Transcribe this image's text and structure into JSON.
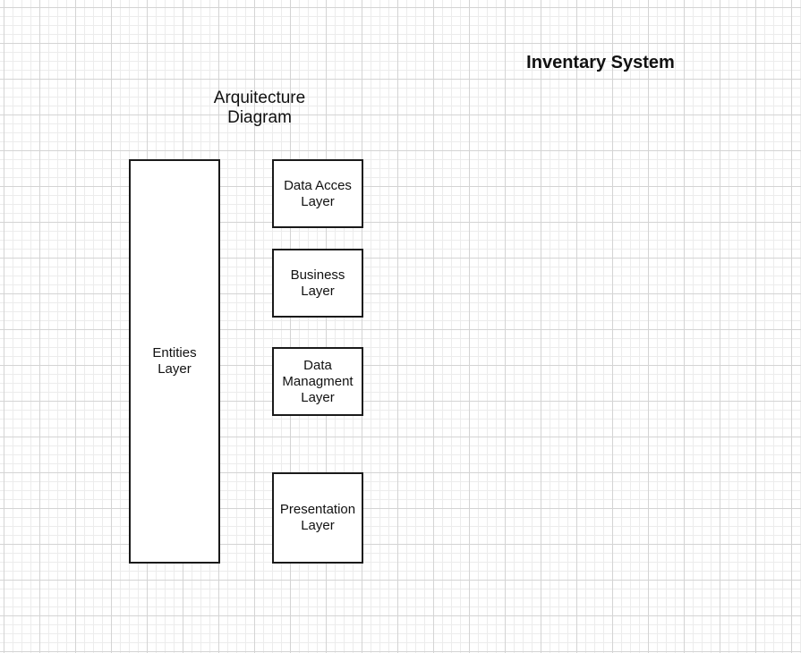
{
  "title": "Inventary System",
  "caption": {
    "line1": "Arquitecture",
    "line2": "Diagram"
  },
  "boxes": {
    "entities": {
      "line1": "Entities",
      "line2": "Layer"
    },
    "data_access": {
      "line1": "Data Acces",
      "line2": "Layer"
    },
    "business": {
      "line1": "Business",
      "line2": "Layer"
    },
    "data_management": {
      "line1": "Data",
      "line2": "Managment",
      "line3": "Layer"
    },
    "presentation": {
      "line1": "Presentation",
      "line2": "Layer"
    }
  },
  "colors": {
    "stroke": "#1a1a1a",
    "fill": "#ffffff",
    "grid_major": "#d4d4d4",
    "grid_minor": "#ececec"
  }
}
